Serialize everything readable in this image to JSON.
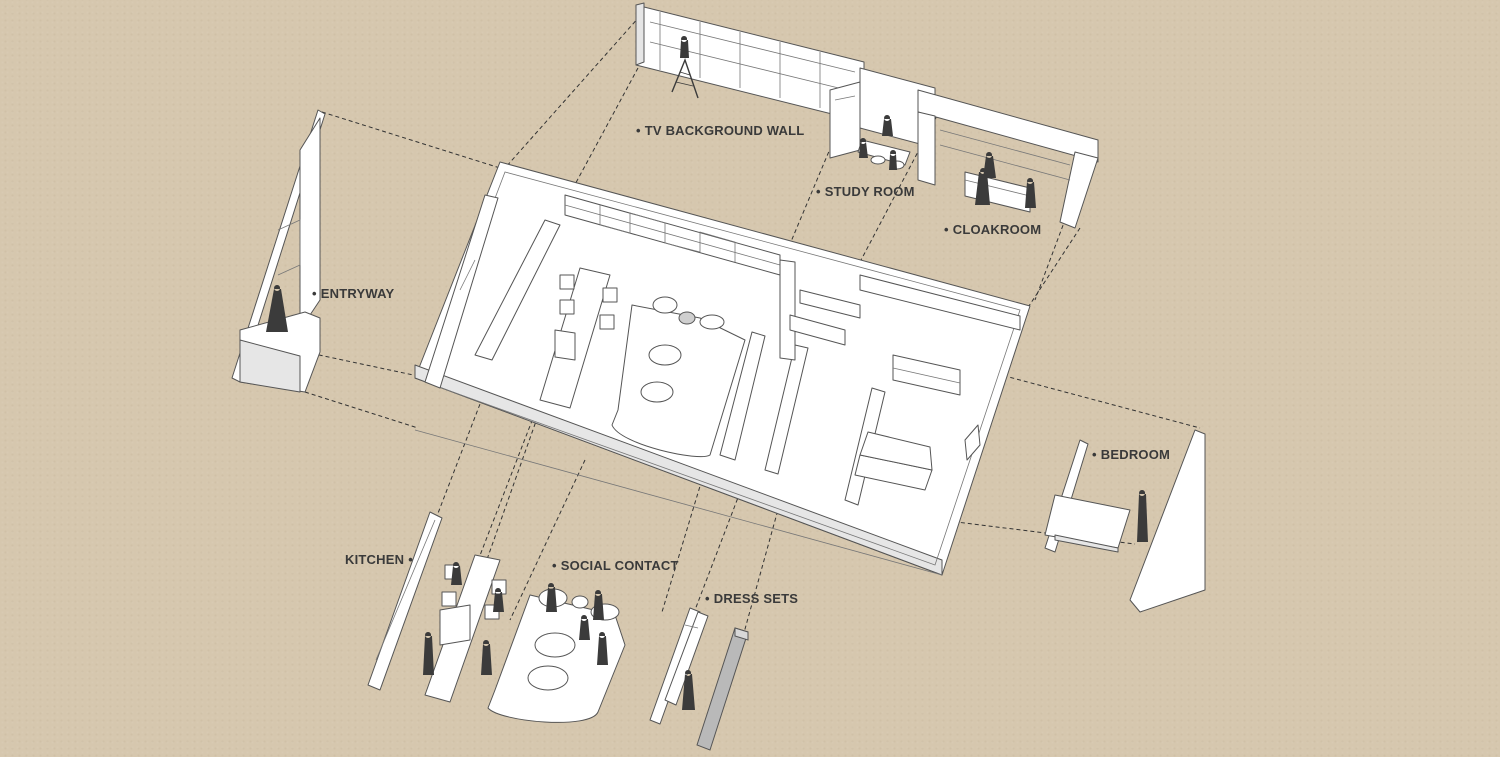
{
  "labels": {
    "tv_wall": "TV BACKGROUND WALL",
    "study_room": "STUDY ROOM",
    "cloakroom": "CLOAKROOM",
    "entryway": "ENTRYWAY",
    "bedroom": "BEDROOM",
    "kitchen": "KITCHEN",
    "social_contact": "SOCIAL CONTACT",
    "dress_sets": "DRESS SETS"
  },
  "bullet": "•",
  "colors": {
    "background": "#d6c7ae",
    "model_fill": "#ffffff",
    "model_edge": "#555555",
    "figure": "#3b3b3b",
    "label_text": "#3a3a3a"
  }
}
